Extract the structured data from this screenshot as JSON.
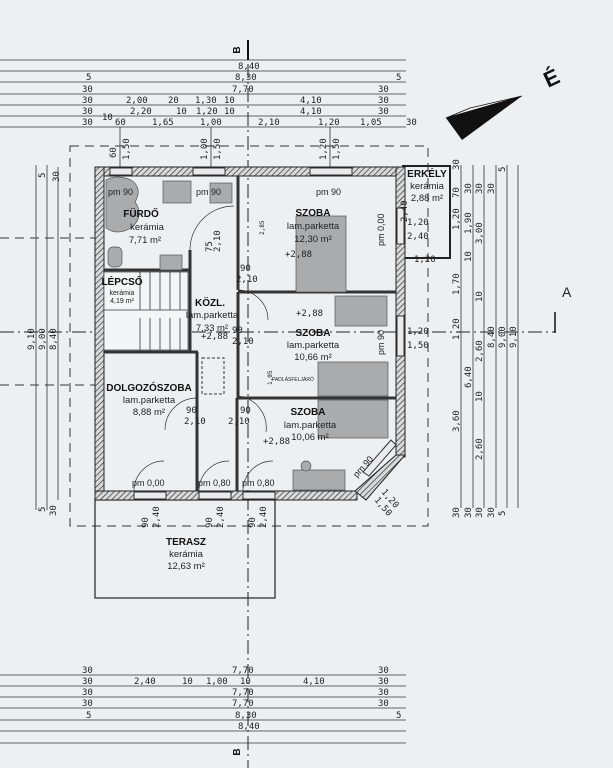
{
  "section_marks": {
    "b_top": "B",
    "b_bottom": "B",
    "a_right": "A"
  },
  "north_label": "É",
  "rooms": [
    {
      "name": "FÜRDŐ",
      "floor": "kerámia",
      "area": "7,71 m²"
    },
    {
      "name": "LÉPCSŐ",
      "floor": "kerámia",
      "area": "4,19 m²"
    },
    {
      "name": "KÖZL.",
      "floor": "lam.parketta",
      "area": "7,33 m²"
    },
    {
      "name": "SZOBA",
      "floor": "lam.parketta",
      "area": "12,30 m²"
    },
    {
      "name": "SZOBA",
      "floor": "lam.parketta",
      "area": "10,66 m²"
    },
    {
      "name": "DOLGOZÓSZOBA",
      "floor": "lam.parketta",
      "area": "8,88 m²"
    },
    {
      "name": "SZOBA",
      "floor": "lam.parketta",
      "area": "10,06 m²"
    },
    {
      "name": "ERKÉLY",
      "floor": "kerámia",
      "area": "2,88 m²"
    },
    {
      "name": "TERASZ",
      "floor": "kerámia",
      "area": "12,63 m²"
    }
  ],
  "annotations": {
    "pm90": "pm 90",
    "pm000": "pm 0,00",
    "pm080": "pm 0,80",
    "level": "+2,88",
    "attic": "PADLÁSFELJÁRÓ",
    "d90": "90",
    "d210": "2,10",
    "d240": "2,40",
    "d120": "1,20",
    "d150": "1,50",
    "d75": "75",
    "d105": "1,05",
    "d285": "2,85"
  },
  "dims_top": [
    {
      "row": [
        "8,40"
      ]
    },
    {
      "row": [
        "5",
        "8,30",
        "5"
      ]
    },
    {
      "row": [
        "30",
        "7,70",
        "30"
      ]
    },
    {
      "row": [
        "30",
        "2,00",
        "20",
        "1,30",
        "10",
        "4,10",
        "30"
      ]
    },
    {
      "row": [
        "30",
        "10",
        "2,20",
        "10",
        "1,20",
        "10",
        "4,10",
        "30"
      ]
    },
    {
      "row": [
        "30",
        "60",
        "1,65",
        "1,00",
        "2,10",
        "1,20",
        "1,05",
        "30"
      ]
    }
  ],
  "window_dims_top": [
    "60",
    "1,50",
    "1,00",
    "1,50",
    "1,20",
    "1,50"
  ],
  "dims_bottom": [
    {
      "row": [
        "30",
        "7,70",
        "30"
      ]
    },
    {
      "row": [
        "30",
        "2,40",
        "10",
        "1,00",
        "10",
        "4,10",
        "30"
      ]
    },
    {
      "row": [
        "30",
        "7,70",
        "30"
      ]
    },
    {
      "row": [
        "30",
        "7,70",
        "30"
      ]
    },
    {
      "row": [
        "5",
        "8,30",
        "5"
      ]
    },
    {
      "row": [
        "8,40"
      ]
    }
  ],
  "dims_right": [
    {
      "row": [
        "30",
        "70",
        "1,20",
        "1,70",
        "1,20",
        "3,60",
        "30"
      ]
    },
    {
      "row": [
        "30",
        "1,90",
        "10",
        "6,40",
        "30"
      ]
    },
    {
      "row": [
        "30",
        "3,00",
        "10",
        "2,60",
        "10",
        "2,60",
        "30"
      ]
    },
    {
      "row": [
        "30",
        "8,40",
        "30"
      ]
    },
    {
      "row": [
        "5",
        "9,00",
        "5"
      ]
    },
    {
      "row": [
        "9,10"
      ]
    }
  ],
  "dims_left": [
    "9,10",
    "9,00",
    "8,40",
    "5",
    "30",
    "5",
    "30"
  ],
  "erkely_dims": [
    "1,20",
    "2,40",
    "1,20",
    "2,40"
  ]
}
